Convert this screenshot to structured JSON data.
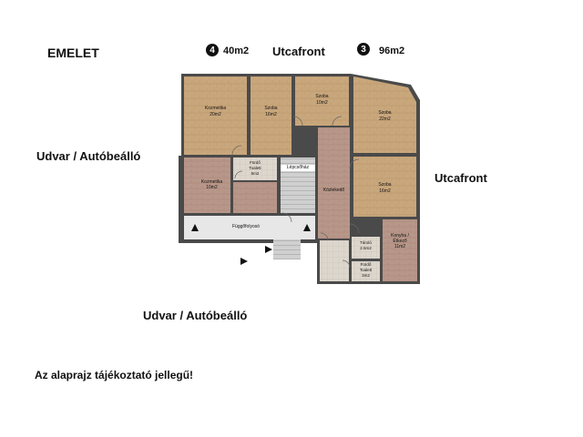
{
  "page": {
    "title": "EMELET",
    "disclaimer": "Az alaprajz tájékoztató jellegű!"
  },
  "units": [
    {
      "badge": "4",
      "area": "40m2"
    },
    {
      "badge": "3",
      "area": "96m2"
    }
  ],
  "orientation": {
    "street_top": "Utcafront",
    "street_right": "Utcafront",
    "yard_left": "Udvar / Autóbeálló",
    "yard_bottom": "Udvar / Autóbeálló"
  },
  "rooms": {
    "kozmetika_20": [
      "Kozmetika",
      "20m2"
    ],
    "szoba_16_top": [
      "Szoba",
      "16m2"
    ],
    "szoba_10": [
      "Szoba",
      "10m2"
    ],
    "szoba_22": [
      "Szoba",
      "22m2"
    ],
    "kozmetika_10": [
      "Kozmetika",
      "10m2"
    ],
    "furdo_toalett_5": [
      "Fürdő",
      "Toalett",
      "5m2"
    ],
    "lepcsohaz": [
      "Lépcsőház"
    ],
    "kozlekedo": [
      "Közlekedő"
    ],
    "szoba_16_right": [
      "Szoba",
      "16m2"
    ],
    "fuggofolyoso": [
      "Függőfolyosó"
    ],
    "konyha": [
      "Konyha /",
      "Étkező",
      "11m2"
    ],
    "tarolo": [
      "Tároló",
      "2.5m2"
    ],
    "furdo_toalett_3": [
      "Fürdő",
      "Toalett",
      "3m2"
    ]
  },
  "colors": {
    "wall": "#4a4a4a",
    "floor_wood": "#c9a77c",
    "floor_brick": "#b79789",
    "corridor": "#e3e3e3",
    "stair": "#cfcfcf"
  }
}
